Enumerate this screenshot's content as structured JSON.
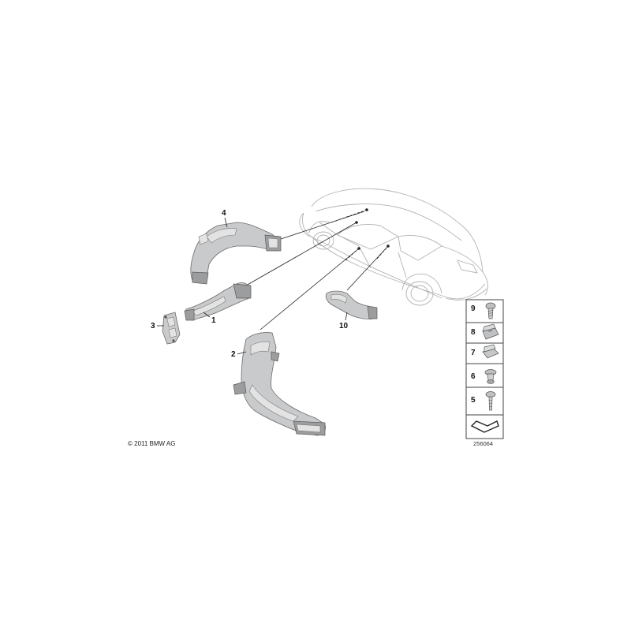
{
  "callouts": {
    "c1": "1",
    "c2": "2",
    "c3": "3",
    "c4": "4",
    "c10": "10"
  },
  "legend": {
    "items": [
      {
        "number": "9",
        "icon": "screw-icon"
      },
      {
        "number": "8",
        "icon": "clip-nut-icon"
      },
      {
        "number": "7",
        "icon": "spring-clip-icon"
      },
      {
        "number": "6",
        "icon": "expanding-rivet-icon"
      },
      {
        "number": "5",
        "icon": "push-rivet-icon"
      }
    ],
    "last_icon": "sheet-metal-bracket-icon"
  },
  "copyright": "© 2011 BMW AG",
  "diagram_number": "256064"
}
